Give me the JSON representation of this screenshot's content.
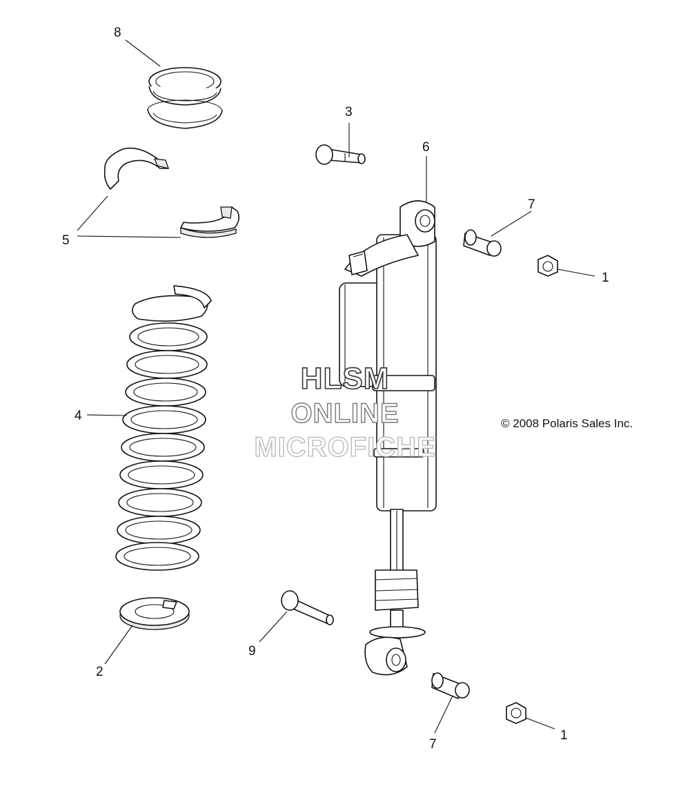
{
  "callouts": [
    {
      "id": "c8",
      "label": "8"
    },
    {
      "id": "c5",
      "label": "5"
    },
    {
      "id": "c4",
      "label": "4"
    },
    {
      "id": "c2",
      "label": "2"
    },
    {
      "id": "c3",
      "label": "3"
    },
    {
      "id": "c6",
      "label": "6"
    },
    {
      "id": "c7a",
      "label": "7"
    },
    {
      "id": "c1a",
      "label": "1"
    },
    {
      "id": "c9",
      "label": "9"
    },
    {
      "id": "c7b",
      "label": "7"
    },
    {
      "id": "c1b",
      "label": "1"
    }
  ],
  "copyright": "© 2008 Polaris Sales Inc.",
  "watermark": {
    "line1": "HLSM",
    "line2": "ONLINE",
    "line3": "MICROFICHE"
  }
}
